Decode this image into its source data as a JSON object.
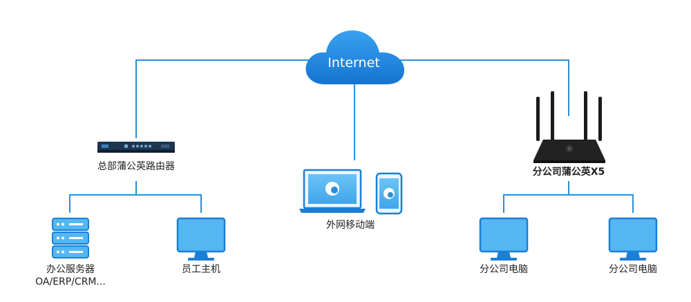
{
  "cloud": {
    "label": "Internet"
  },
  "nodes": {
    "hq_router": {
      "label": "总部蒲公英路由器"
    },
    "office_server": {
      "label": "办公服务器",
      "sublabel": "OA/ERP/CRM..."
    },
    "staff_pc": {
      "label": "员工主机"
    },
    "mobile": {
      "label": "外网移动端"
    },
    "branch_router": {
      "label": "分公司蒲公英X5"
    },
    "branch_pc_1": {
      "label": "分公司电脑"
    },
    "branch_pc_2": {
      "label": "分公司电脑"
    }
  },
  "colors": {
    "line": "#2a8fd6",
    "cloud": "#1e86e0",
    "device_fill": "#55b7f2",
    "device_stroke": "#1a7fd6",
    "device_dark": "#17344f"
  }
}
